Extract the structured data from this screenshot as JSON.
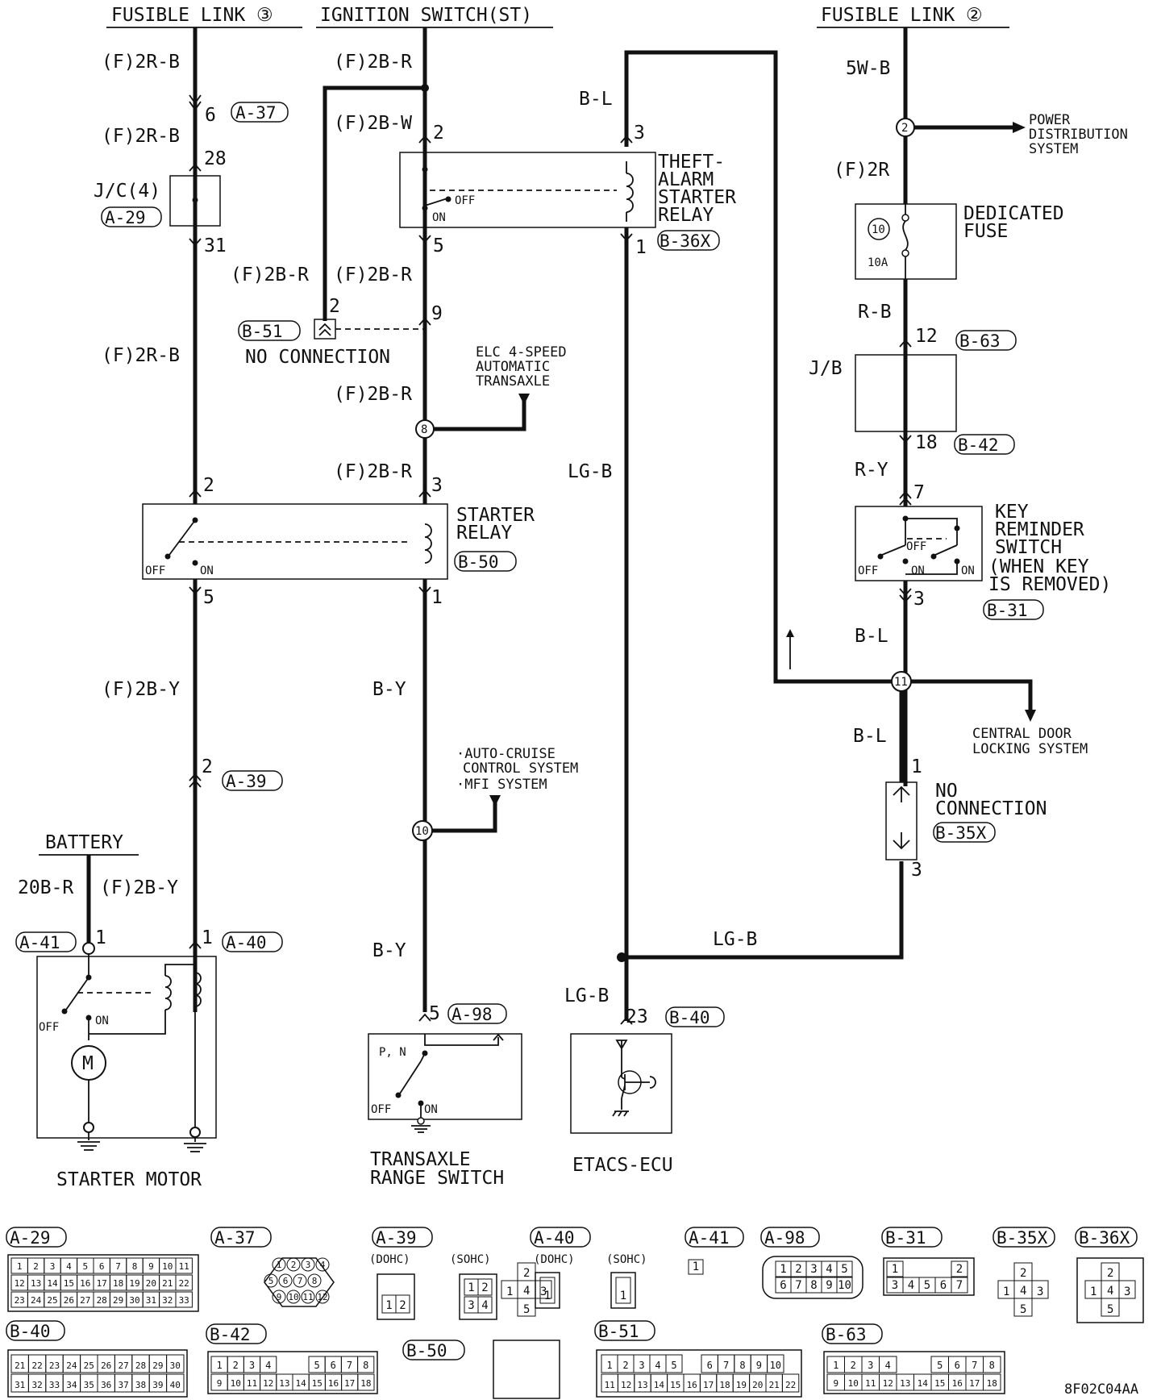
{
  "sources": {
    "fusible_link_3": "FUSIBLE LINK ③",
    "ignition_switch": "IGNITION SWITCH(ST)",
    "fusible_link_2": "FUSIBLE LINK ②",
    "battery": "BATTERY"
  },
  "wires": {
    "f2rb_1": "(F)2R-B",
    "f2rb_2": "(F)2R-B",
    "f2rb_3": "(F)2R-B",
    "f2br_top": "(F)2B-R",
    "f2bw": "(F)2B-W",
    "f2br_left": "(F)2B-R",
    "f2br_right": "(F)2B-R",
    "f2br_mid": "(F)2B-R",
    "f2br_low": "(F)2B-R",
    "bl_top": "B-L",
    "lgb_mid": "LG-B",
    "w5b": "5W-B",
    "f2r": "(F)2R",
    "rb": "R-B",
    "ry": "R-Y",
    "bl_mid": "B-L",
    "bl_low": "B-L",
    "f2by_1": "(F)2B-Y",
    "f2by_2": "(F)2B-Y",
    "b20r": "20B-R",
    "by_1": "B-Y",
    "by_2": "B-Y",
    "lgb_bottom": "LG-B",
    "lgb_ecu": "LG-B"
  },
  "connectors": {
    "a37": "A-37",
    "a29": "A-29",
    "jc4": "J/C(4)",
    "b51": "B-51",
    "b36x": "B-36X",
    "b63": "B-63",
    "jb": "J/B",
    "b42": "B-42",
    "b50": "B-50",
    "b31": "B-31",
    "a39": "A-39",
    "b35x": "B-35X",
    "a41": "A-41",
    "a40": "A-40",
    "a98": "A-98",
    "b40": "B-40"
  },
  "pins": {
    "p6": "6",
    "p28": "28",
    "p31": "31",
    "p2_ign": "2",
    "p5_th": "5",
    "p3_th": "3",
    "p1_th": "1",
    "p2_b51": "2",
    "p9": "9",
    "p12": "12",
    "p18": "18",
    "p7": "7",
    "p2_sr": "2",
    "p3_sr": "3",
    "p5_sr": "5",
    "p1_sr": "1",
    "p3_kr": "3",
    "p1_b35": "1",
    "p3_b35": "3",
    "p2_a39": "2",
    "p1_a41": "1",
    "p1_a40": "1",
    "p5_a98": "5",
    "p23": "23"
  },
  "splices": {
    "s2": "2",
    "s8": "8",
    "s10": "10",
    "s11": "11"
  },
  "components": {
    "theft_relay": [
      "THEFT-",
      "ALARM",
      "STARTER",
      "RELAY"
    ],
    "dedicated_fuse": [
      "DEDICATED",
      "FUSE"
    ],
    "fuse_num": "10",
    "fuse_amp": "10A",
    "starter_relay": [
      "STARTER",
      "RELAY"
    ],
    "key_reminder": [
      "KEY",
      "REMINDER",
      "SWITCH",
      "(WHEN KEY",
      "IS REMOVED)"
    ],
    "no_connection_b51": "NO CONNECTION",
    "no_connection_b35": [
      "NO",
      "CONNECTION"
    ],
    "starter_motor": "STARTER MOTOR",
    "transaxle_switch": [
      "TRANSAXLE",
      "RANGE SWITCH"
    ],
    "etacs": "ETACS-ECU",
    "motor": "M"
  },
  "destinations": {
    "power_dist": [
      "POWER",
      "DISTRIBUTION",
      "SYSTEM"
    ],
    "elc": [
      "ELC 4-SPEED",
      "AUTOMATIC",
      "TRANSAXLE"
    ],
    "auto_cruise": [
      "·AUTO-CRUISE",
      "CONTROL SYSTEM",
      "·MFI SYSTEM"
    ],
    "central_door": [
      "CENTRAL DOOR",
      "LOCKING SYSTEM"
    ]
  },
  "switch_states": {
    "off": "OFF",
    "on": "ON",
    "pn": "P, N"
  },
  "connector_views": {
    "a29": "A-29",
    "a29_row1": [
      "1",
      "2",
      "3",
      "4",
      "5",
      "6",
      "7",
      "8",
      "9",
      "10",
      "11"
    ],
    "a29_row2": [
      "12",
      "13",
      "14",
      "15",
      "16",
      "17",
      "18",
      "19",
      "20",
      "21",
      "22"
    ],
    "a29_row3": [
      "23",
      "24",
      "25",
      "26",
      "27",
      "28",
      "29",
      "30",
      "31",
      "32",
      "33"
    ],
    "a37": "A-37",
    "a37_row1": [
      "1",
      "2",
      "3",
      "4"
    ],
    "a37_row2": [
      "5",
      "6",
      "7",
      "8"
    ],
    "a37_row3": [
      "9",
      "10",
      "11",
      "12"
    ],
    "a39": "A-39",
    "dohc": "(DOHC)",
    "sohc": "(SOHC)",
    "a39_dohc": [
      "1",
      "2"
    ],
    "a39_sohc": [
      "1",
      "2",
      "3",
      "4"
    ],
    "a40": "A-40",
    "one": "1",
    "a41": "A-41",
    "a98": "A-98",
    "a98_row1": [
      "1",
      "2",
      "3",
      "4",
      "5"
    ],
    "a98_row2": [
      "6",
      "7",
      "8",
      "9",
      "10"
    ],
    "b31": "B-31",
    "b31_row1": [
      "1",
      "2"
    ],
    "b31_row2": [
      "3",
      "4",
      "5",
      "6",
      "7"
    ],
    "b35x": "B-35X",
    "b36x": "B-36X",
    "cross_pins": [
      "1",
      "2",
      "3",
      "4",
      "5"
    ],
    "b40": "B-40",
    "b40_row1": [
      "21",
      "22",
      "23",
      "24",
      "25",
      "26",
      "27",
      "28",
      "29",
      "30"
    ],
    "b40_row2": [
      "31",
      "32",
      "33",
      "34",
      "35",
      "36",
      "37",
      "38",
      "39",
      "40"
    ],
    "b42": "B-42",
    "b42_row1": [
      "1",
      "2",
      "3",
      "4",
      "5",
      "6",
      "7",
      "8"
    ],
    "b42_row2": [
      "9",
      "10",
      "11",
      "12",
      "13",
      "14",
      "15",
      "16",
      "17",
      "18"
    ],
    "b50": "B-50",
    "b51": "B-51",
    "b51_row1": [
      "1",
      "2",
      "3",
      "4",
      "5",
      "6",
      "7",
      "8",
      "9",
      "10"
    ],
    "b51_row2": [
      "11",
      "12",
      "13",
      "14",
      "15",
      "16",
      "17",
      "18",
      "19",
      "20",
      "21",
      "22"
    ],
    "b63": "B-63",
    "b63_row1": [
      "1",
      "2",
      "3",
      "4",
      "5",
      "6",
      "7",
      "8"
    ],
    "b63_row2": [
      "9",
      "10",
      "11",
      "12",
      "13",
      "14",
      "15",
      "16",
      "17",
      "18"
    ]
  },
  "diagram_code": "8F02C04AA"
}
